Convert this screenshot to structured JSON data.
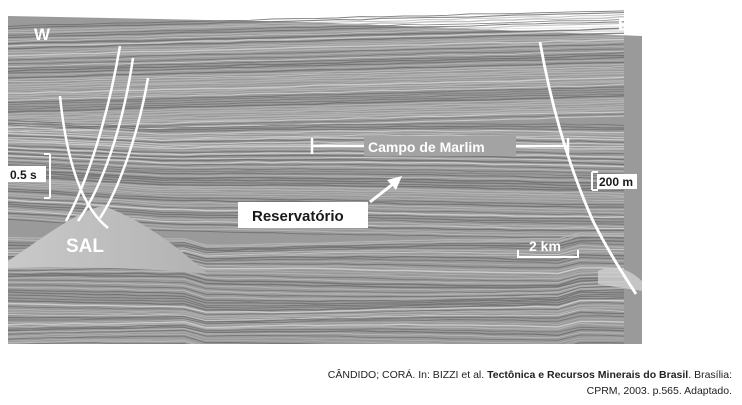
{
  "figure": {
    "labels": {
      "west": "W",
      "east": "E",
      "time_scale": "0.5 s",
      "field": "Campo de Marlim",
      "depth_scale": "200 m",
      "reservoir": "Reservatório",
      "salt": "SAL",
      "distance_scale": "2 km"
    }
  },
  "caption": {
    "authors": "CÂNDIDO; CORÁ. In: BIZZI et al.",
    "book_title": "Tectônica e Recursos Minerais do Brasil",
    "place": ". Brasília:",
    "publisher": "CPRM, 2003. p.565. Adaptado."
  },
  "colors": {
    "seismic_background": "#9a9a9a",
    "annotation": "#ffffff",
    "label_box": "#ffffff",
    "label_text": "#1a1a1a"
  }
}
